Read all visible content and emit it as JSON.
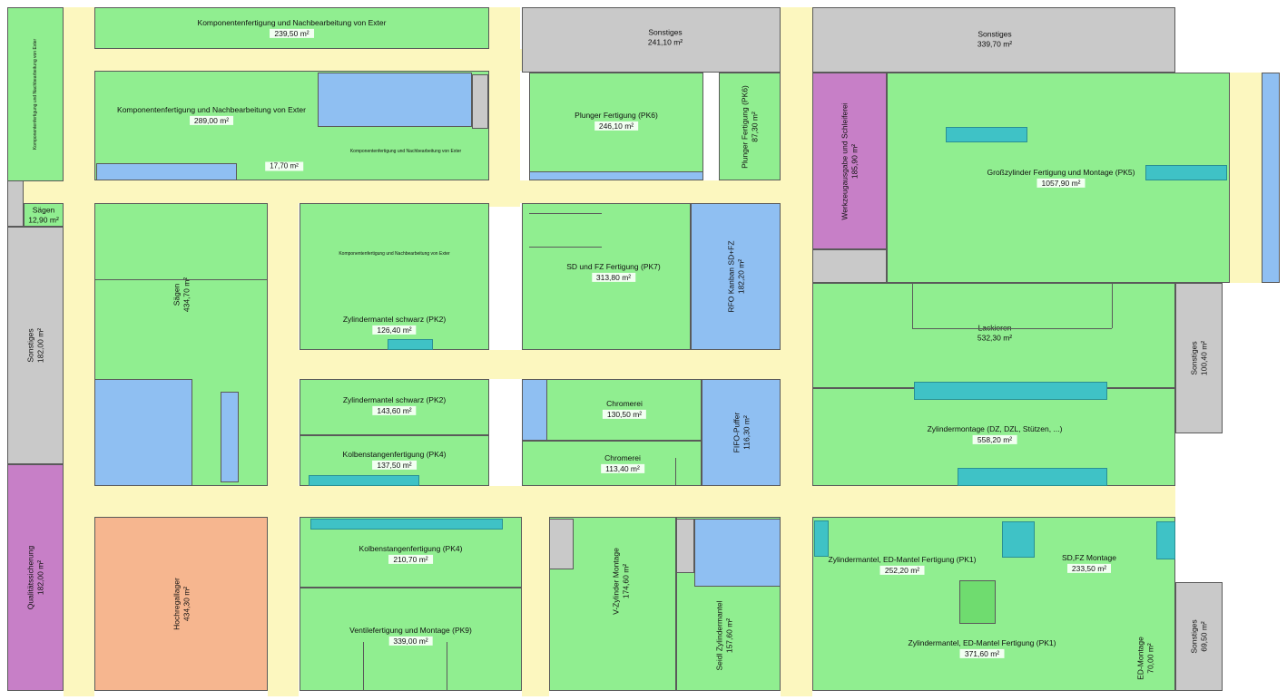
{
  "rooms": [
    {
      "id": "r01",
      "name": "Komponentenfertigung und Nachbearbeitung von Exter",
      "area": "239,50 m²",
      "color": "green"
    },
    {
      "id": "r02",
      "name": "Komponentenfertigung und Nachbearbeitung von Exter",
      "area": "289,00 m²",
      "color": "green"
    },
    {
      "id": "r03",
      "name": "Komponentenfertigung und Nachbearbeitung von Exter",
      "area": "17,70 m²",
      "color": "green"
    },
    {
      "id": "r04",
      "name": "Komponentenfertigung und Nachbearbeitung von Exter",
      "area": "",
      "color": "green"
    },
    {
      "id": "r05",
      "name": "Komponentenfertigung und Nachbearbeitung von Exter",
      "area": "",
      "color": "green"
    },
    {
      "id": "r06",
      "name": "Sonstiges",
      "area": "241,10 m²",
      "color": "gray"
    },
    {
      "id": "r07",
      "name": "Sonstiges",
      "area": "339,70 m²",
      "color": "gray"
    },
    {
      "id": "r08",
      "name": "Plunger Fertigung (PK6)",
      "area": "246,10 m²",
      "color": "green"
    },
    {
      "id": "r09",
      "name": "Plunger Fertigung (PK6)",
      "area": "87,30 m²",
      "color": "green"
    },
    {
      "id": "r10",
      "name": "Werkzeugausgabe und Schleiferei",
      "area": "185,90 m²",
      "color": "purple"
    },
    {
      "id": "r11",
      "name": "Großzylinder Fertigung und Montage (PK5)",
      "area": "1057,90 m²",
      "color": "green"
    },
    {
      "id": "r12",
      "name": "Sägen",
      "area": "12,90 m²",
      "color": "green"
    },
    {
      "id": "r13",
      "name": "Sägen",
      "area": "434,70 m²",
      "color": "green"
    },
    {
      "id": "r14",
      "name": "Zylindermantel schwarz (PK2)",
      "area": "126,40 m²",
      "color": "green"
    },
    {
      "id": "r15",
      "name": "SD und FZ Fertigung (PK7)",
      "area": "313,80 m²",
      "color": "green"
    },
    {
      "id": "r16",
      "name": "RFO Kanban SD+FZ",
      "area": "182,20 m²",
      "color": "blue"
    },
    {
      "id": "r17",
      "name": "Sonstiges",
      "area": "182,00 m²",
      "color": "gray"
    },
    {
      "id": "r18",
      "name": "Lackieren",
      "area": "532,30 m²",
      "color": "green"
    },
    {
      "id": "r19",
      "name": "Sonstiges",
      "area": "100,40 m²",
      "color": "gray"
    },
    {
      "id": "r20",
      "name": "Zylindermantel schwarz (PK2)",
      "area": "143,60 m²",
      "color": "green"
    },
    {
      "id": "r21",
      "name": "Kolbenstangenfertigung (PK4)",
      "area": "137,50 m²",
      "color": "green"
    },
    {
      "id": "r22",
      "name": "Chromerei",
      "area": "130,50 m²",
      "color": "green"
    },
    {
      "id": "r23",
      "name": "Chromerei",
      "area": "113,40 m²",
      "color": "green"
    },
    {
      "id": "r24",
      "name": "FIFO-Puffer",
      "area": "116,30 m²",
      "color": "blue"
    },
    {
      "id": "r25",
      "name": "Zylindermontage (DZ, DZL, Stützen, ...)",
      "area": "558,20 m²",
      "color": "green"
    },
    {
      "id": "r26",
      "name": "Qualitätssicherung",
      "area": "182,00 m²",
      "color": "purple"
    },
    {
      "id": "r27",
      "name": "Hochregallager",
      "area": "434,30 m²",
      "color": "orange"
    },
    {
      "id": "r28",
      "name": "Kolbenstangenfertigung (PK4)",
      "area": "210,70 m²",
      "color": "green"
    },
    {
      "id": "r29",
      "name": "Ventilefertigung und Montage (PK9)",
      "area": "339,00 m²",
      "color": "green"
    },
    {
      "id": "r30",
      "name": "V-Zylinder Montage",
      "area": "174,60 m²",
      "color": "green"
    },
    {
      "id": "r31",
      "name": "Seidl Zylindermantel",
      "area": "157,60 m²",
      "color": "green"
    },
    {
      "id": "r32",
      "name": "Zylindermantel, ED-Mantel Fertigung (PK1)",
      "area": "252,20 m²",
      "color": "green"
    },
    {
      "id": "r33",
      "name": "SD,FZ Montage",
      "area": "233,50 m²",
      "color": "green"
    },
    {
      "id": "r34",
      "name": "Zylindermantel, ED-Mantel Fertigung (PK1)",
      "area": "371,60 m²",
      "color": "green"
    },
    {
      "id": "r35",
      "name": "ED-Montage",
      "area": "70,00 m²",
      "color": "green"
    },
    {
      "id": "r36",
      "name": "Sonstiges",
      "area": "69,50 m²",
      "color": "gray"
    }
  ],
  "colors": {
    "aisle": "#fcf7bf",
    "green": "#90ee90",
    "gray": "#c9c9c9",
    "blue": "#8fbff2",
    "purple": "#c77fc7",
    "orange": "#f6b68f",
    "teal": "#3fc2c6",
    "wall": "#5a5a5a"
  }
}
